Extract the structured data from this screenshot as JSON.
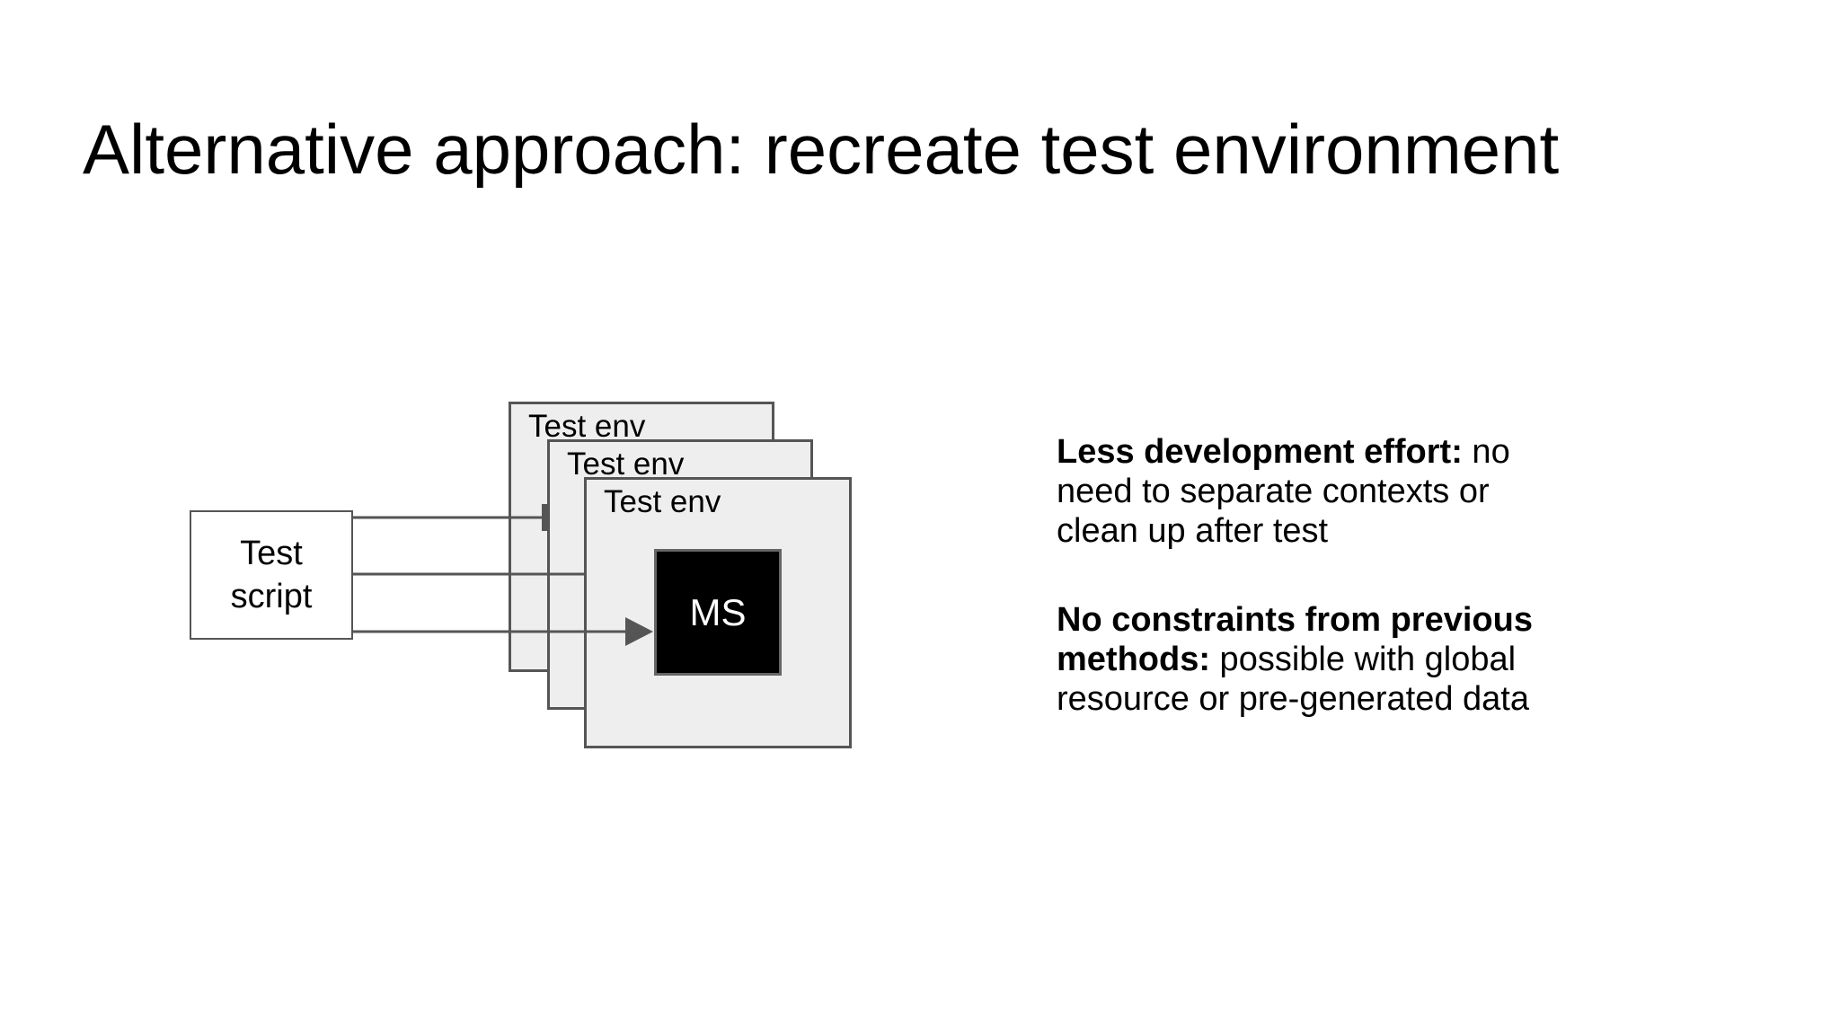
{
  "slide": {
    "title": "Alternative approach: recreate test environment"
  },
  "diagram": {
    "test_script_box": {
      "line1": "Test",
      "line2": "script"
    },
    "env_boxes": [
      {
        "label": "Test env"
      },
      {
        "label": "Test env"
      },
      {
        "label": "Test env"
      }
    ],
    "ms_box": {
      "label": "MS"
    }
  },
  "notes": {
    "p1": {
      "line1_bold": "Less development effort:",
      "line1_rest": " no",
      "line2": "need to separate contexts or",
      "line3": "clean up after test"
    },
    "p2": {
      "line1_bold": "No constraints from previous",
      "line2_bold": "methods:",
      "line2_rest": " possible with global",
      "line3": "resource or pre-generated data"
    }
  },
  "colors": {
    "bg": "#ffffff",
    "text": "#000000",
    "stroke": "#555555",
    "env-fill": "#eeeeee",
    "ms-fill": "#000000",
    "ms-border": "#666666",
    "ms-text": "#ffffff"
  }
}
